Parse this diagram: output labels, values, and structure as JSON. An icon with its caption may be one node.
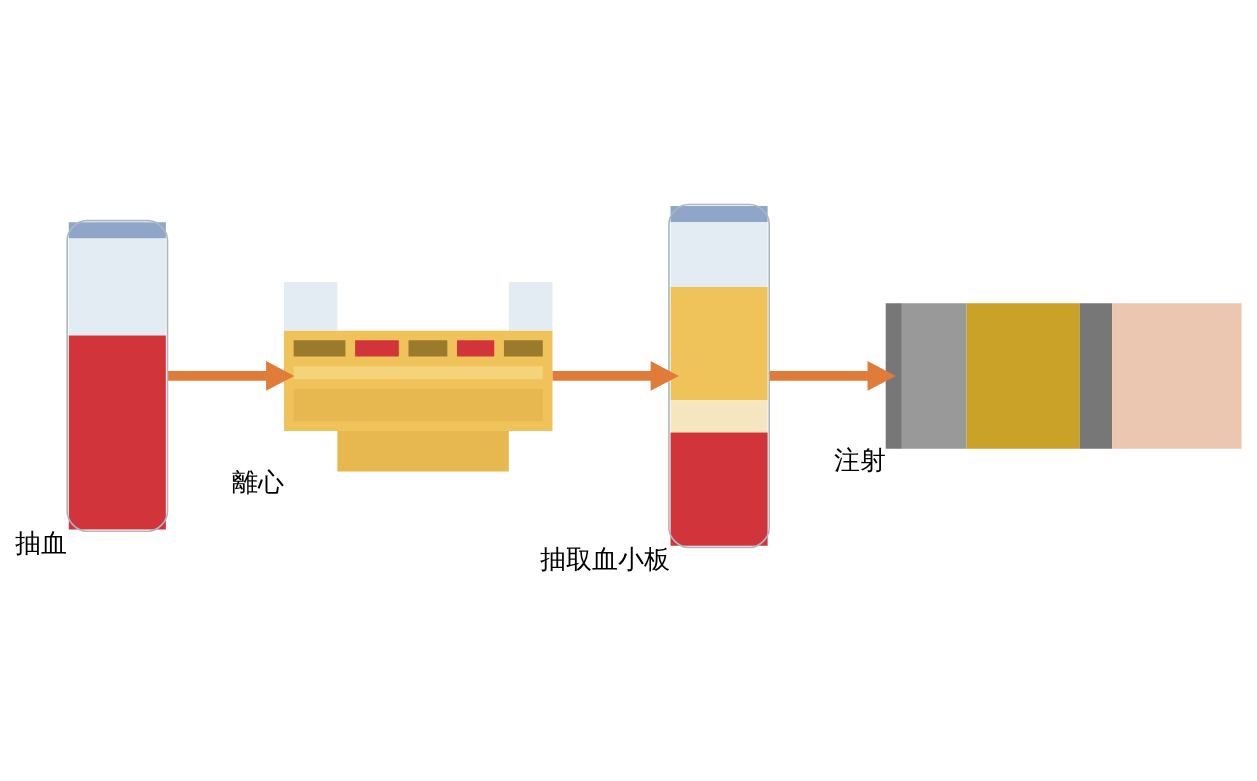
{
  "diagram": {
    "nodes": [
      {
        "text": [],
        "shape": "picture",
        "beside": [
          "抽血"
        ]
      },
      {
        "text": [],
        "shape": "picture",
        "beside": [
          "離心"
        ]
      },
      {
        "text": [],
        "shape": "picture",
        "beside": [
          "抽取血小板"
        ]
      },
      {
        "text": [],
        "shape": "picture",
        "beside": [
          "注射"
        ]
      }
    ],
    "edges": [
      {
        "from": 0,
        "to": 1,
        "arrow": "to"
      },
      {
        "from": 1,
        "to": 2,
        "arrow": "to"
      },
      {
        "from": 2,
        "to": 3,
        "arrow": "to"
      }
    ]
  }
}
